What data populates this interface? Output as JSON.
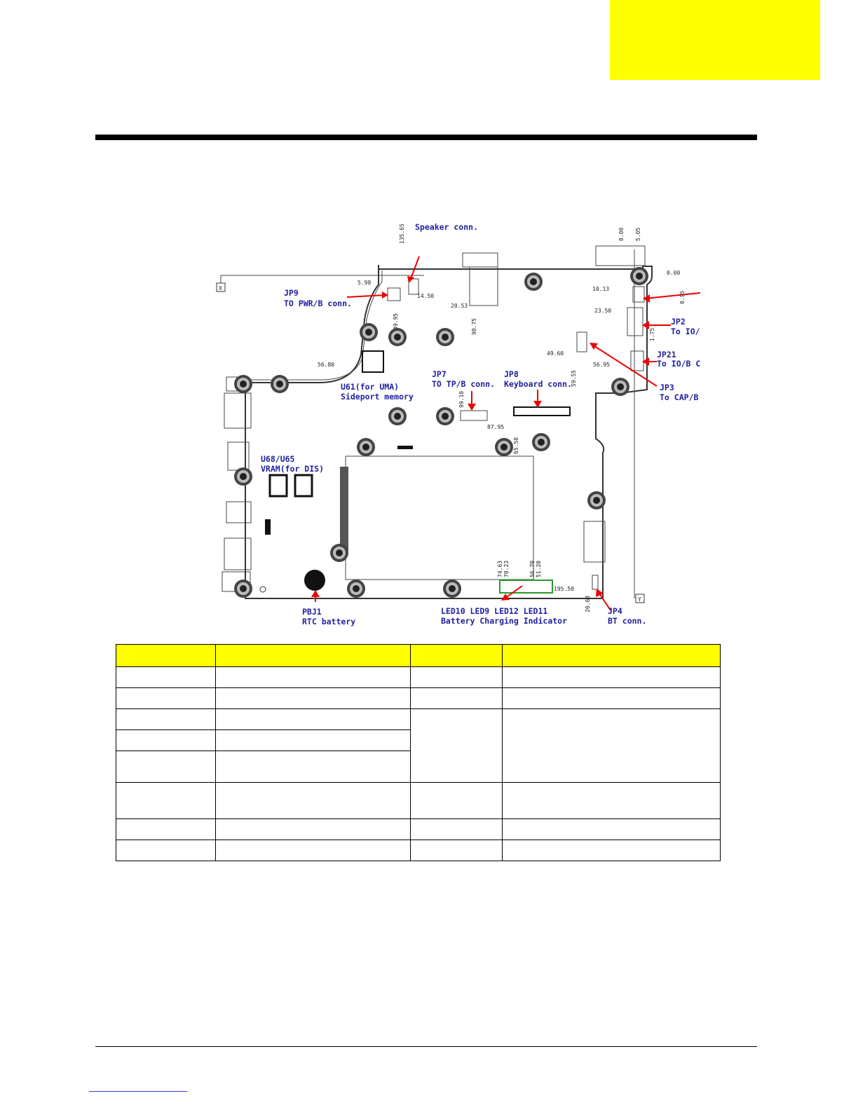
{
  "labels": {
    "speaker": "Speaker conn.",
    "jp9_name": "JP9",
    "jp9_desc": "TO PWR/B conn.",
    "u61_name": "U61(for UMA)",
    "u61_desc": "Sideport memory",
    "jp7_name": "JP7",
    "jp7_desc": "TO TP/B conn.",
    "jp8_name": "JP8",
    "jp8_desc": "Keyboard conn.",
    "jp2_name": "JP2",
    "jp2_desc": "To IO/",
    "jp21_name": "JP21",
    "jp21_desc": "To IO/B C",
    "jp3_name": "JP3",
    "jp3_desc": "To CAP/B",
    "u68_name": "U68/U65",
    "u68_desc": "VRAM(for DIS)",
    "pbj1_name": "PBJ1",
    "pbj1_desc": "RTC battery",
    "led_names": "LED10 LED9 LED12 LED11",
    "led_desc": "Battery Charging Indicator",
    "jp4_name": "JP4",
    "jp4_desc": "BT conn.",
    "x_marker": "X",
    "y_marker": "Y"
  },
  "dimensions": {
    "d135_65": "135.65",
    "d0_00a": "0.00",
    "d5_05": "5.05",
    "d0_00b": "0.00",
    "d5_98": "5.98",
    "d14_50": "14.50",
    "d10_13": "10.13",
    "d0_95": "0.95",
    "d20_53": "20.53",
    "d23_50": "23.50",
    "d39_95": "39.95",
    "d90_75": "90.75",
    "d1_75": "1.75",
    "d49_60": "49.60",
    "d56_95": "56.95",
    "d56_80": "56.80",
    "d59_55": "59.55",
    "d99_10": "99.10",
    "d87_95": "87.95",
    "d65_58": "65.58",
    "d74_63": "74.63",
    "d70_23": "70.23",
    "d56_70": "56.70",
    "d51_20": "51.20",
    "d195_50": "195.50",
    "d20_63": "20.63"
  },
  "colors": {
    "accent": "#ffff00",
    "label_text": "#1f1fa0",
    "arrow": "#ee0000",
    "led_box": "#2a9a2a"
  },
  "table": {
    "headers": [
      "",
      "",
      "",
      ""
    ],
    "rows": [
      [
        "",
        "",
        "",
        ""
      ],
      [
        "",
        "",
        "",
        ""
      ],
      [
        "",
        "",
        "",
        ""
      ],
      [
        "",
        ""
      ],
      [
        "",
        ""
      ],
      [
        "",
        "",
        "",
        ""
      ],
      [
        "",
        "",
        "",
        ""
      ],
      [
        "",
        "",
        "",
        ""
      ]
    ]
  }
}
